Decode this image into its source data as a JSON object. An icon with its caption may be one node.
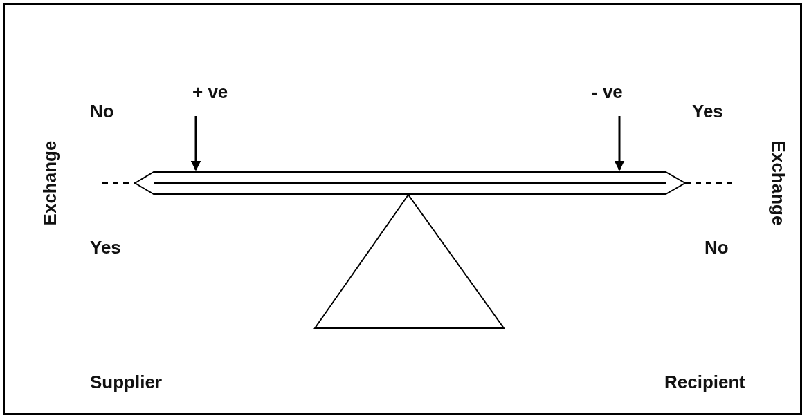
{
  "diagram": {
    "labels": [
      "+ ve",
      "- ve",
      "No",
      "Yes",
      "Exchange",
      "Exchange",
      "Yes",
      "No",
      "Supplier",
      "Recipient"
    ]
  }
}
